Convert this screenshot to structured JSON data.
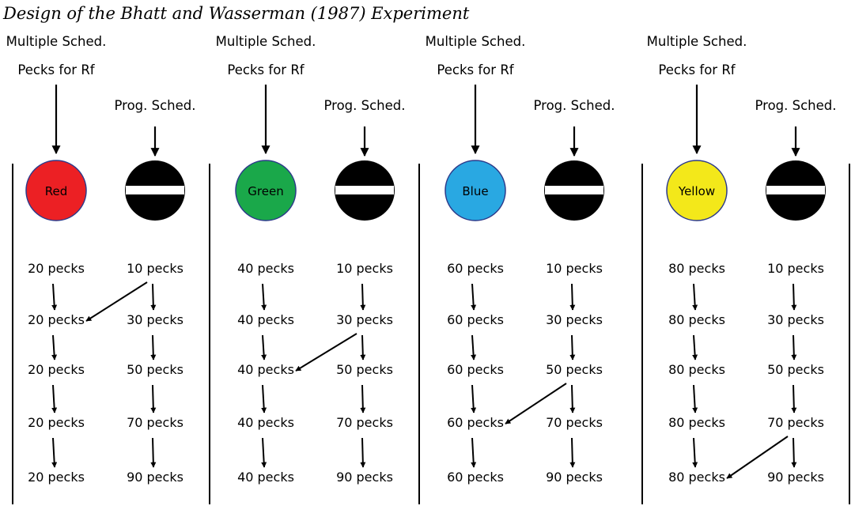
{
  "title": "Design of the Bhatt and Wasserman (1987) Experiment",
  "panels": [
    {
      "mult_line1": "Multiple Sched.",
      "mult_line2": "Pecks for Rf",
      "prog_label": "Prog. Sched.",
      "key_color_name": "Red",
      "key_color": "#ec2024",
      "left_column": [
        "20 pecks",
        "20 pecks",
        "20 pecks",
        "20 pecks",
        "20 pecks"
      ],
      "right_column": [
        "10 pecks",
        "30 pecks",
        "50 pecks",
        "70 pecks",
        "90 pecks"
      ],
      "switch_from_row": 1,
      "switch_to_row": 2
    },
    {
      "mult_line1": "Multiple Sched.",
      "mult_line2": "Pecks for Rf",
      "prog_label": "Prog. Sched.",
      "key_color_name": "Green",
      "key_color": "#1aa84a",
      "left_column": [
        "40 pecks",
        "40 pecks",
        "40 pecks",
        "40 pecks",
        "40 pecks"
      ],
      "right_column": [
        "10 pecks",
        "30 pecks",
        "50 pecks",
        "70 pecks",
        "90 pecks"
      ],
      "switch_from_row": 2,
      "switch_to_row": 3
    },
    {
      "mult_line1": "Multiple Sched.",
      "mult_line2": "Pecks for Rf",
      "prog_label": "Prog. Sched.",
      "key_color_name": "Blue",
      "key_color": "#29a8e2",
      "left_column": [
        "60 pecks",
        "60 pecks",
        "60 pecks",
        "60 pecks",
        "60 pecks"
      ],
      "right_column": [
        "10 pecks",
        "30 pecks",
        "50 pecks",
        "70 pecks",
        "90 pecks"
      ],
      "switch_from_row": 3,
      "switch_to_row": 4
    },
    {
      "mult_line1": "Multiple Sched.",
      "mult_line2": "Pecks for Rf",
      "prog_label": "Prog. Sched.",
      "key_color_name": "Yellow",
      "key_color": "#f3e81a",
      "left_column": [
        "80 pecks",
        "80 pecks",
        "80 pecks",
        "80 pecks",
        "80 pecks"
      ],
      "right_column": [
        "10 pecks",
        "30 pecks",
        "50 pecks",
        "70 pecks",
        "90 pecks"
      ],
      "switch_from_row": 4,
      "switch_to_row": 5
    }
  ]
}
